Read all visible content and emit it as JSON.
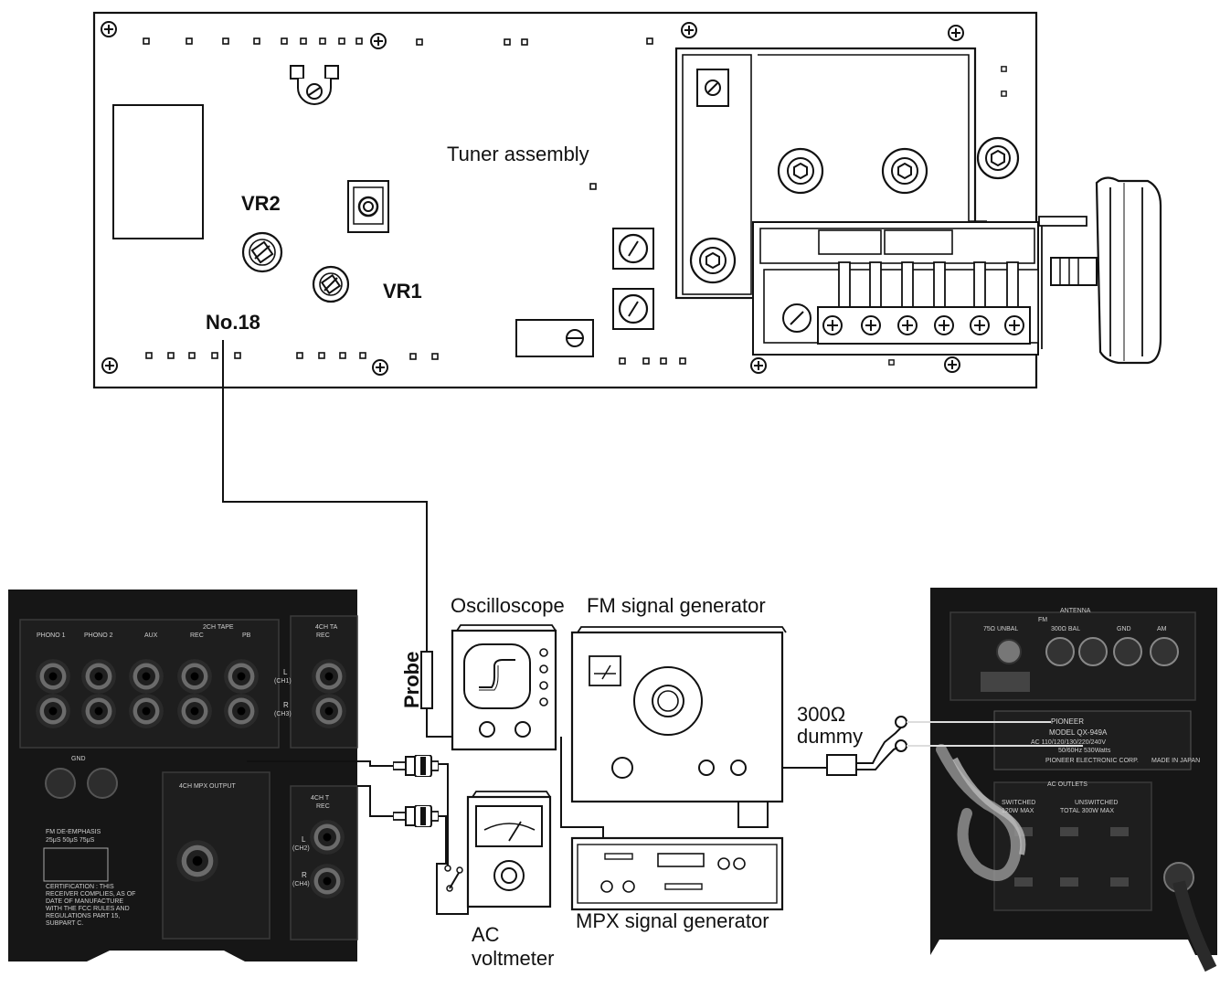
{
  "labels": {
    "tuner_assembly": "Tuner assembly",
    "vr2": "VR2",
    "vr1": "VR1",
    "test_point": "No.18",
    "probe": "Probe",
    "oscilloscope": "Oscilloscope",
    "fm_signal_generator": "FM signal generator",
    "dummy_value": "300Ω",
    "dummy": "dummy",
    "mpx_signal_generator": "MPX signal generator",
    "ac": "AC",
    "voltmeter": "voltmeter"
  },
  "left_panel": {
    "jack_labels": [
      "PHONO 1",
      "PHONO 2",
      "AUX",
      "REC",
      "PB"
    ],
    "tape_2ch": "2CH TAPE",
    "tape_4ch": "4CH TA",
    "rec": "REC",
    "l": "L",
    "ch1": "(CH1)",
    "r": "R",
    "ch3": "(CH3)",
    "gnd": "GND",
    "mpx_output": "4CH MPX OUTPUT",
    "tape_4ch_b": "4CH T",
    "rec_b": "REC",
    "ch2": "(CH2)",
    "ch4": "(CH4)",
    "deemphasis": [
      "FM DE-EMPHASIS",
      "25μS 50μS 75μS"
    ],
    "certification": [
      "CERTIFICATION : THIS",
      "RECEIVER COMPLIES, AS OF",
      "DATE OF MANUFACTURE",
      "WITH THE FCC RULES AND",
      "REGULATIONS PART 15,",
      "SUBPART C."
    ]
  },
  "right_panel": {
    "antenna": "ANTENNA",
    "fm": "FM",
    "terminals": [
      "75Ω UNBAL",
      "300Ω BAL",
      "GND",
      "AM"
    ],
    "brand": "PIONEER",
    "model": "MODEL QX-949A",
    "power_line": "AC 110/120/130/220/240V",
    "power_spec": "50/60Hz 530Watts",
    "maker": "PIONEER ELECTRONIC CORP.",
    "made_in": "MADE IN JAPAN",
    "ac_outlets": "AC OUTLETS",
    "switched": "SWITCHED",
    "switched_max": "120W MAX",
    "unswitched": "UNSWITCHED",
    "unswitched_max": "TOTAL 300W MAX"
  },
  "colors": {
    "line": "#111111",
    "panel": "#161616",
    "panel_text": "#d8d8d8",
    "background": "#ffffff"
  }
}
